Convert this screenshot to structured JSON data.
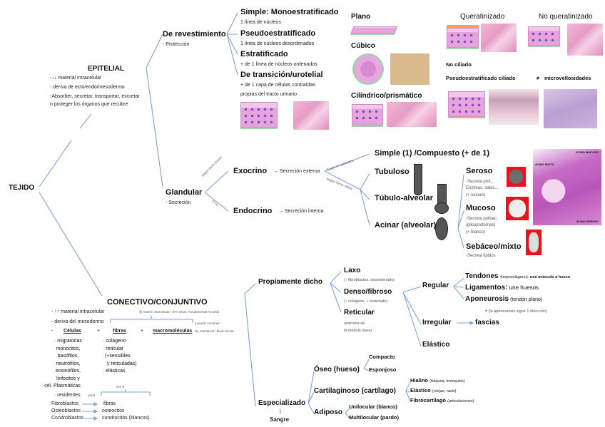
{
  "root": "TEJIDO",
  "epitelial": {
    "title": "EPITELIAL",
    "notes": [
      "-↓↓ material intracelular",
      "- deriva de ecto/endo/mesodermo",
      "-Absorber, secretar, transportar, excretar",
      "o proteger los órganos que recubre"
    ],
    "revestimiento": {
      "title": "De revestimiento",
      "note": "- Protección",
      "types": [
        {
          "label": "Simple: Monoestratificado",
          "notes": [
            "1 línea de núcleos"
          ]
        },
        {
          "label": "Pseudoestratificado",
          "notes": [
            "1 línea de núcleos desordenados"
          ]
        },
        {
          "label": "Estratificado",
          "notes": [
            "+ de 1 línea de núcleos ordenados"
          ]
        },
        {
          "label": "De transición/urotelial",
          "notes": [
            "+ de 1 capa de células contraídas",
            "propias del tracto urinario"
          ]
        }
      ],
      "shapes": {
        "plano": "Plano",
        "cubico": "Cúbico",
        "cilindrico": "Cilíndrico/prismático"
      },
      "keratin": {
        "yes": "Queratinizado",
        "no": "No queratinizado"
      },
      "cilia": {
        "no": "No ciliado",
        "pseudo": "Pseudoestratificado ciliado",
        "neq": "≠",
        "micro": "microvellosidades"
      }
    },
    "glandular": {
      "title": "Glandular",
      "note": "- Secreción",
      "edge_top": "Según tiene ductos",
      "edge_bottom": "O no",
      "exocrino": {
        "label": "Exocrino",
        "arrow": "→ Secreción externa"
      },
      "endocrino": {
        "label": "Endocrino",
        "arrow": "→ Secreción interna"
      },
      "edge_n": "Según nº conductos",
      "edge_forma": "Según forma célula",
      "simple_compuesto": "Simple (1)  /Compuesto (+ de 1)",
      "forms": [
        "Tubuloso",
        "Túbulo-alveolar",
        "Acinar (alveolar)"
      ],
      "acini": [
        {
          "label": "Seroso",
          "notes": [
            "-Secreta prot.,",
            "Enzimas, sales...",
            "(+ oscuro)"
          ]
        },
        {
          "label": "Mucoso",
          "notes": [
            "-Secreta polisac.",
            "(glicoproteínas)",
            "(+ blanco)"
          ]
        },
        {
          "label": "Sebáceo/mixto",
          "notes": [
            "-Secreta lípidos"
          ]
        }
      ],
      "micro_labels": [
        "ÁCINO MUCOSO",
        "ÁCINO MIXTO",
        "ÁCINO SEROSO"
      ]
    }
  },
  "conectivo": {
    "title": "CONECTIVO/CONJUNTIVO",
    "notes": [
      "- ↑↑ material intracelular",
      "- deriva del mesodermo"
    ],
    "components": {
      "dash": "-",
      "cells": "Células",
      "plus": "+",
      "fibers": "fibras",
      "macro": "macromoléculas"
    },
    "side_notes": [
      "@ matriz extracelular / SFA (Sust. Fundamental Amorfa)",
      "y puede contener:",
      "liq. intersticial / fluido tisular"
    ],
    "migratorias": [
      "· migratorias",
      "monocitos,",
      "basófilos,",
      "neutrófilos,",
      "eosinófilos,",
      "linfocitos y",
      "cél. Plasmáticas"
    ],
    "fibras": [
      "· colágeno",
      "· reticular",
      "(+sensibles",
      "y reticuladas)",
      "· elásticas"
    ],
    "residentes": {
      "label": "· residentes",
      "prod": "prod.",
      "cel": "cél. ●",
      "rows": [
        [
          "Fibroblastos",
          "fibras"
        ],
        [
          "Osteoblastos",
          "osteocitos"
        ],
        [
          "Condroblastos",
          "condrocitos (blancos)"
        ]
      ]
    },
    "propiamente": {
      "title": "Propiamente dicho",
      "laxo": {
        "label": "Laxo",
        "note": "(↑ fibroblastos, desordenado)"
      },
      "denso": {
        "label": "Denso/fibroso",
        "note": "(↑ colágeno, + ordenado)"
      },
      "reticular": {
        "label": "Reticular",
        "notes": [
          "(estroma de",
          "la médula ósea)"
        ]
      },
      "regular": "Regular",
      "irregular": "Irregular",
      "elastico": "Elástico",
      "fascias": "fascias",
      "tendones": {
        "label": "Tendones",
        "note": "(tropocolágeno):",
        "rest": " une músculo a hueso"
      },
      "ligamentos": {
        "label": "Ligamentos:",
        "rest": " une huesos"
      },
      "aponeurosis": {
        "label": "Aponeurosis",
        "rest": " (tendón plano)"
      },
      "neq_note": "≠  (la aponeurosis sigue 1 dirección)"
    },
    "especializado": {
      "title": "Especializado",
      "bar": "|",
      "sangre": "Sangre",
      "oseo": {
        "label": "Óseo (hueso)",
        "children": [
          "Compacto",
          "Esponjoso"
        ]
      },
      "cartilaginoso": {
        "label": "Cartilaginoso (cartílago)",
        "children": [
          [
            "Hialino",
            "(tráquea, bronquios)"
          ],
          [
            "Elástico",
            "(orejas, nariz)"
          ],
          [
            "Fibrocartílago",
            "(articulaciones)"
          ]
        ]
      },
      "adiposo": {
        "label": "Adiposo",
        "children": [
          "Unilocular (blanco)",
          "Multilocular (pardo)"
        ]
      }
    }
  },
  "colors": {
    "line": "#7ea1dc",
    "gland_red": "#e8141b"
  }
}
